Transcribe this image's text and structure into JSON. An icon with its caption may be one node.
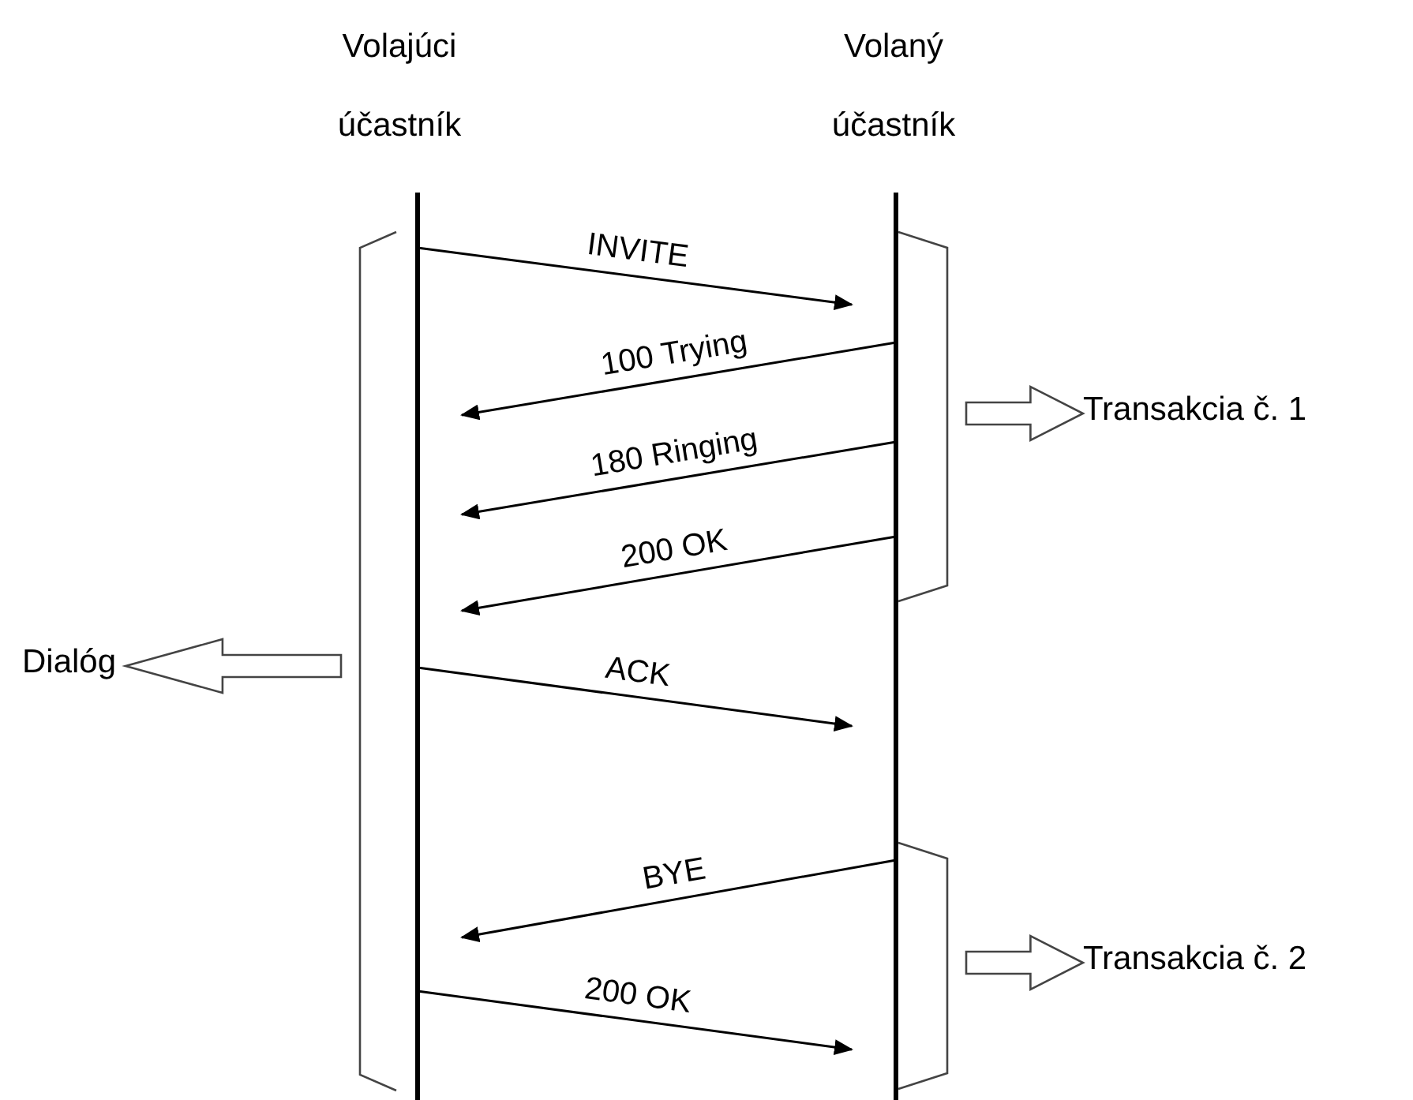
{
  "diagram": {
    "nodes": [
      {
        "text": [
          "Volajúci účastník"
        ]
      },
      {
        "text": [
          "Volaný účastník"
        ]
      },
      {
        "text": [],
        "shape": "bracket"
      },
      {
        "text": [
          "Transakcia č. 1"
        ]
      },
      {
        "text": [],
        "shape": "bracket"
      },
      {
        "text": [
          "Dialóg"
        ]
      },
      {
        "text": [],
        "shape": "bracket"
      },
      {
        "text": [
          "Transakcia č. 2"
        ]
      }
    ],
    "edges": [
      {
        "from": 0,
        "to": 1,
        "arrow": "to",
        "label": "INVITE"
      },
      {
        "from": 1,
        "to": 0,
        "arrow": "to",
        "label": "100 Trying"
      },
      {
        "from": 1,
        "to": 0,
        "arrow": "to",
        "label": "180 Ringing"
      },
      {
        "from": 1,
        "to": 0,
        "arrow": "to",
        "label": "200 OK"
      },
      {
        "from": 0,
        "to": 1,
        "arrow": "to",
        "label": "ACK"
      },
      {
        "from": 1,
        "to": 0,
        "arrow": "to",
        "label": "BYE"
      },
      {
        "from": 0,
        "to": 1,
        "arrow": "to",
        "label": "200 OK"
      },
      {
        "from": 2,
        "to": 3,
        "arrow": "to",
        "style": "thick"
      },
      {
        "from": 4,
        "to": 5,
        "arrow": "to",
        "style": "thick"
      },
      {
        "from": 6,
        "to": 7,
        "arrow": "to",
        "style": "thick"
      }
    ]
  }
}
